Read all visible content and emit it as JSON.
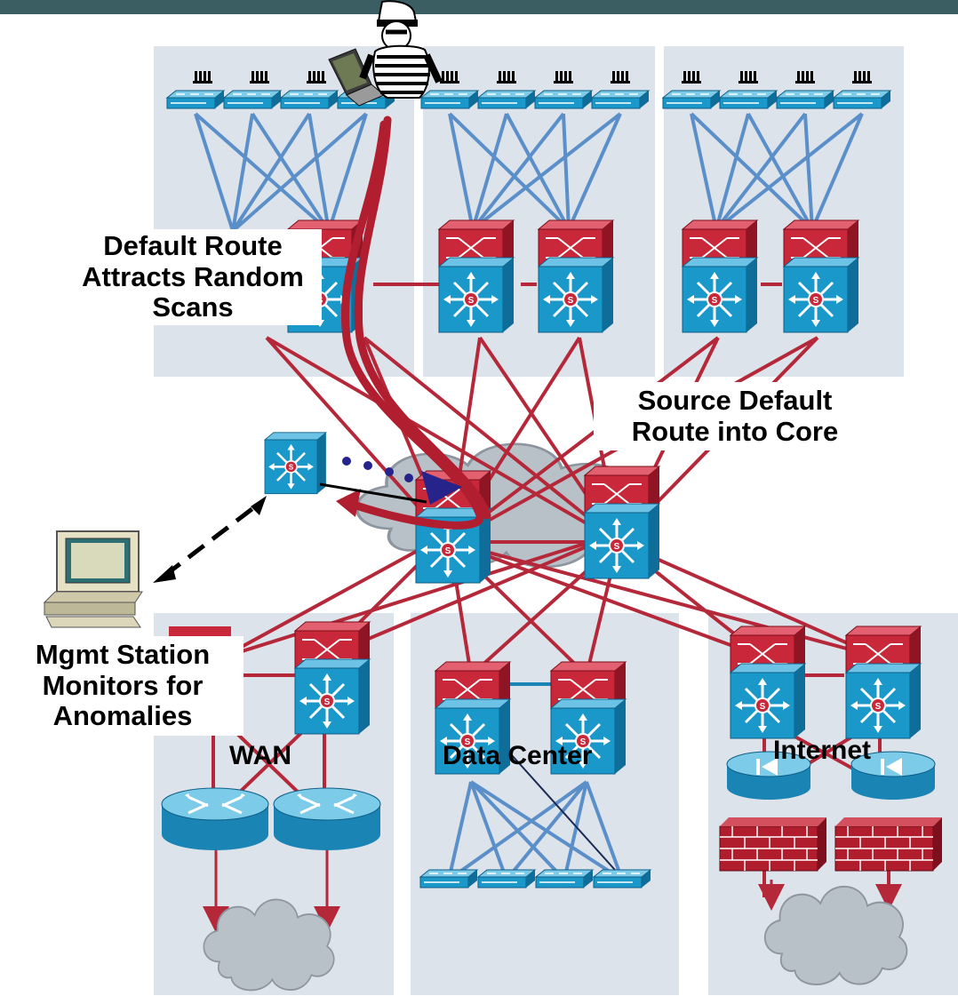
{
  "callouts": {
    "default_route": [
      "Default Route",
      "Attracts Random",
      "Scans"
    ],
    "source_default": [
      "Source Default",
      "Route into Core"
    ],
    "mgmt_station": [
      "Mgmt Station",
      "Monitors for",
      "Anomalies"
    ]
  },
  "zones": {
    "wan": "WAN",
    "data_center": "Data Center",
    "internet": "Internet"
  },
  "colors": {
    "panel": "#dde3ea",
    "link_blue": "#5b8fc9",
    "link_red": "#b5283a",
    "device_blue": "#1a98c9",
    "device_red": "#c8283a",
    "attack_path": "#b01e30",
    "probe_dots": "#26238a",
    "cloud": "#b8c0c8",
    "title_bar": "#3b5e63"
  },
  "icons": [
    "attacker-icon",
    "laptop-icon",
    "access-switch-icon",
    "layer3-switch-icon",
    "router-icon",
    "firewall-icon",
    "content-switch-icon",
    "workstation-icon",
    "cloud-icon"
  ]
}
